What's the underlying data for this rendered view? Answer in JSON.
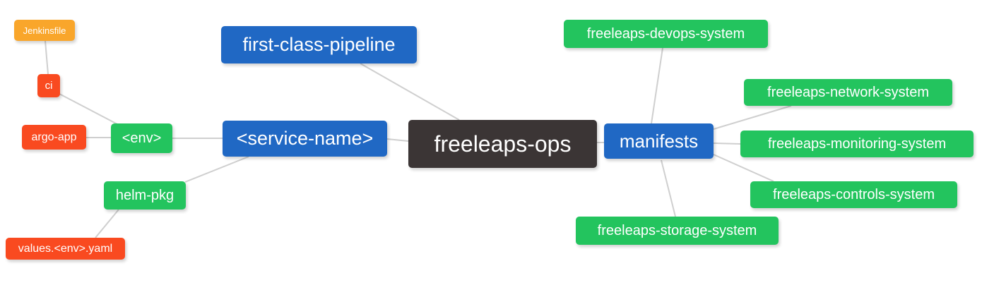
{
  "diagram": {
    "title": "freeleaps-ops mind map",
    "colors": {
      "bg": "#ffffff",
      "edge": "#cfcfcf",
      "orange": "#f9a62b",
      "red": "#f94a20",
      "green": "#23c45e",
      "blue": "#2068c4",
      "dark": "#3b3535",
      "text": "#ffffff"
    },
    "nodes": [
      {
        "id": "jenkinsfile",
        "label": "Jenkinsfile",
        "color": "orange"
      },
      {
        "id": "ci",
        "label": "ci",
        "color": "red"
      },
      {
        "id": "argo-app",
        "label": "argo-app",
        "color": "red"
      },
      {
        "id": "env",
        "label": "<env>",
        "color": "green"
      },
      {
        "id": "helm-pkg",
        "label": "helm-pkg",
        "color": "green"
      },
      {
        "id": "values-env-yaml",
        "label": "values.<env>.yaml",
        "color": "red"
      },
      {
        "id": "first-class-pipeline",
        "label": "first-class-pipeline",
        "color": "blue"
      },
      {
        "id": "service-name",
        "label": "<service-name>",
        "color": "blue"
      },
      {
        "id": "freeleaps-ops",
        "label": "freeleaps-ops",
        "color": "dark"
      },
      {
        "id": "manifests",
        "label": "manifests",
        "color": "blue"
      },
      {
        "id": "devops-system",
        "label": "freeleaps-devops-system",
        "color": "green"
      },
      {
        "id": "network-system",
        "label": "freeleaps-network-system",
        "color": "green"
      },
      {
        "id": "monitoring-system",
        "label": "freeleaps-monitoring-system",
        "color": "green"
      },
      {
        "id": "controls-system",
        "label": "freeleaps-controls-system",
        "color": "green"
      },
      {
        "id": "storage-system",
        "label": "freeleaps-storage-system",
        "color": "green"
      }
    ],
    "edges": [
      {
        "from": "Jenkinsfile",
        "to": "ci"
      },
      {
        "from": "ci",
        "to": "<env>"
      },
      {
        "from": "argo-app",
        "to": "<env>"
      },
      {
        "from": "<env>",
        "to": "<service-name>"
      },
      {
        "from": "<service-name>",
        "to": "helm-pkg"
      },
      {
        "from": "helm-pkg",
        "to": "values.<env>.yaml"
      },
      {
        "from": "first-class-pipeline",
        "to": "freeleaps-ops"
      },
      {
        "from": "<service-name>",
        "to": "freeleaps-ops"
      },
      {
        "from": "freeleaps-ops",
        "to": "manifests"
      },
      {
        "from": "manifests",
        "to": "freeleaps-devops-system"
      },
      {
        "from": "manifests",
        "to": "freeleaps-network-system"
      },
      {
        "from": "manifests",
        "to": "freeleaps-monitoring-system"
      },
      {
        "from": "manifests",
        "to": "freeleaps-controls-system"
      },
      {
        "from": "manifests",
        "to": "freeleaps-storage-system"
      }
    ]
  }
}
